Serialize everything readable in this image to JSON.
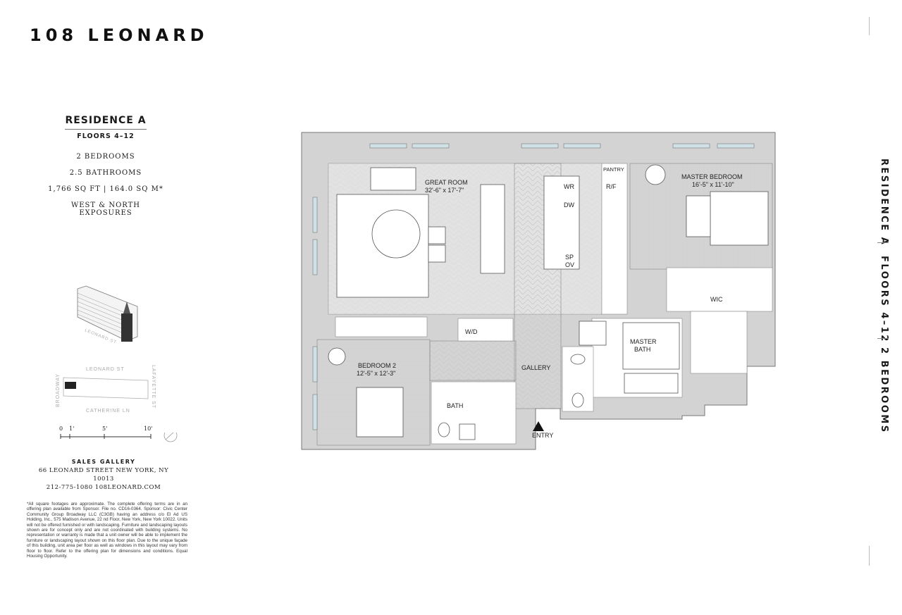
{
  "brand": "108 LEONARD",
  "residence": {
    "name": "RESIDENCE A",
    "floors": "FLOORS 4–12",
    "bedrooms": "2 BEDROOMS",
    "bathrooms": "2.5 BATHROOMS",
    "area": "1,766 SQ FT | 164.0 SQ M*",
    "exposure_line1": "WEST & NORTH",
    "exposure_line2": "EXPOSURES"
  },
  "key_plan": {
    "street_top": "LEONARD ST",
    "street_left": "BROADWAY",
    "street_right": "LAFAYETTE ST",
    "street_bottom": "CATHERINE LN",
    "building_street": "LEONARD ST"
  },
  "scale": {
    "labels": [
      "0",
      "1'",
      "5'",
      "10'"
    ]
  },
  "sales_gallery": {
    "title": "SALES GALLERY",
    "address": "66 LEONARD STREET   NEW YORK, NY 10013",
    "contact": "212-775-1080  108LEONARD.COM"
  },
  "legal_text": "*All square footages are approximate. The complete offering terms are in an offering plan available from Sponsor. File no. CD16-0364. Sponsor: Civic Center Community Group Broadway LLC (C3GB) having an address c/o El Ad US Holding, Inc., 575 Madison Avenue, 22 nd Floor, New York, New York 10022. Units will not be offered furnished or with landscaping. Furniture and landscaping layouts shown are for concept only and are not coordinated with building systems. No representation or warranty is made that a unit owner will be able to implement the furniture or landscaping layout shown on this floor plan. Due to the unique façade of this building, unit area per floor as well as windows in this layout may vary from floor to floor. Refer to the offering plan for dimensions and conditions. Equal Housing Opportunity.",
  "vertical": {
    "residence": "RESIDENCE A",
    "floors": "FLOORS 4–12",
    "bedrooms": "2 BEDROOMS"
  },
  "plan": {
    "great_room": "GREAT ROOM",
    "great_room_dim": "32'-6\" x 17'-7\"",
    "master_bedroom": "MASTER BEDROOM",
    "master_bedroom_dim": "16'-5\" x 11'-10\"",
    "bedroom2": "BEDROOM 2",
    "bedroom2_dim": "12'-5\" x 12'-3\"",
    "wic": "WIC",
    "master_bath_1": "MASTER",
    "master_bath_2": "BATH",
    "bath": "BATH",
    "gallery": "GALLERY",
    "entry": "ENTRY",
    "pantry": "PANTRY",
    "wd": "W/D",
    "wr": "WR",
    "dw": "DW",
    "sp": "SP",
    "ov": "OV",
    "rf": "R/F"
  }
}
